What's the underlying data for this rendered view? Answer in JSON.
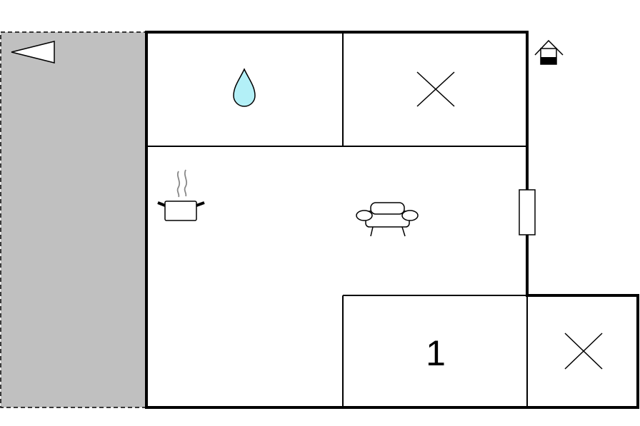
{
  "floorplan": {
    "rooms": [
      {
        "id": "bathroom",
        "icon": "water-drop-icon"
      },
      {
        "id": "storage-room-top",
        "icon": "cross-icon"
      },
      {
        "id": "living-kitchen",
        "icons": [
          "cooking-pot-icon",
          "sofa-icon"
        ]
      },
      {
        "id": "bedroom",
        "label": "1"
      },
      {
        "id": "storage-room-bottom",
        "icon": "cross-icon"
      }
    ],
    "terrace": {
      "fill": "#c0c0c0",
      "icon": "direction-arrow-icon"
    },
    "entrance_icon": "entrance-house-icon",
    "window_icon": "window-icon",
    "colors": {
      "walls": "#000000",
      "terrace": "#c0c0c0",
      "water": "#b3f0f7",
      "background": "#ffffff"
    }
  }
}
